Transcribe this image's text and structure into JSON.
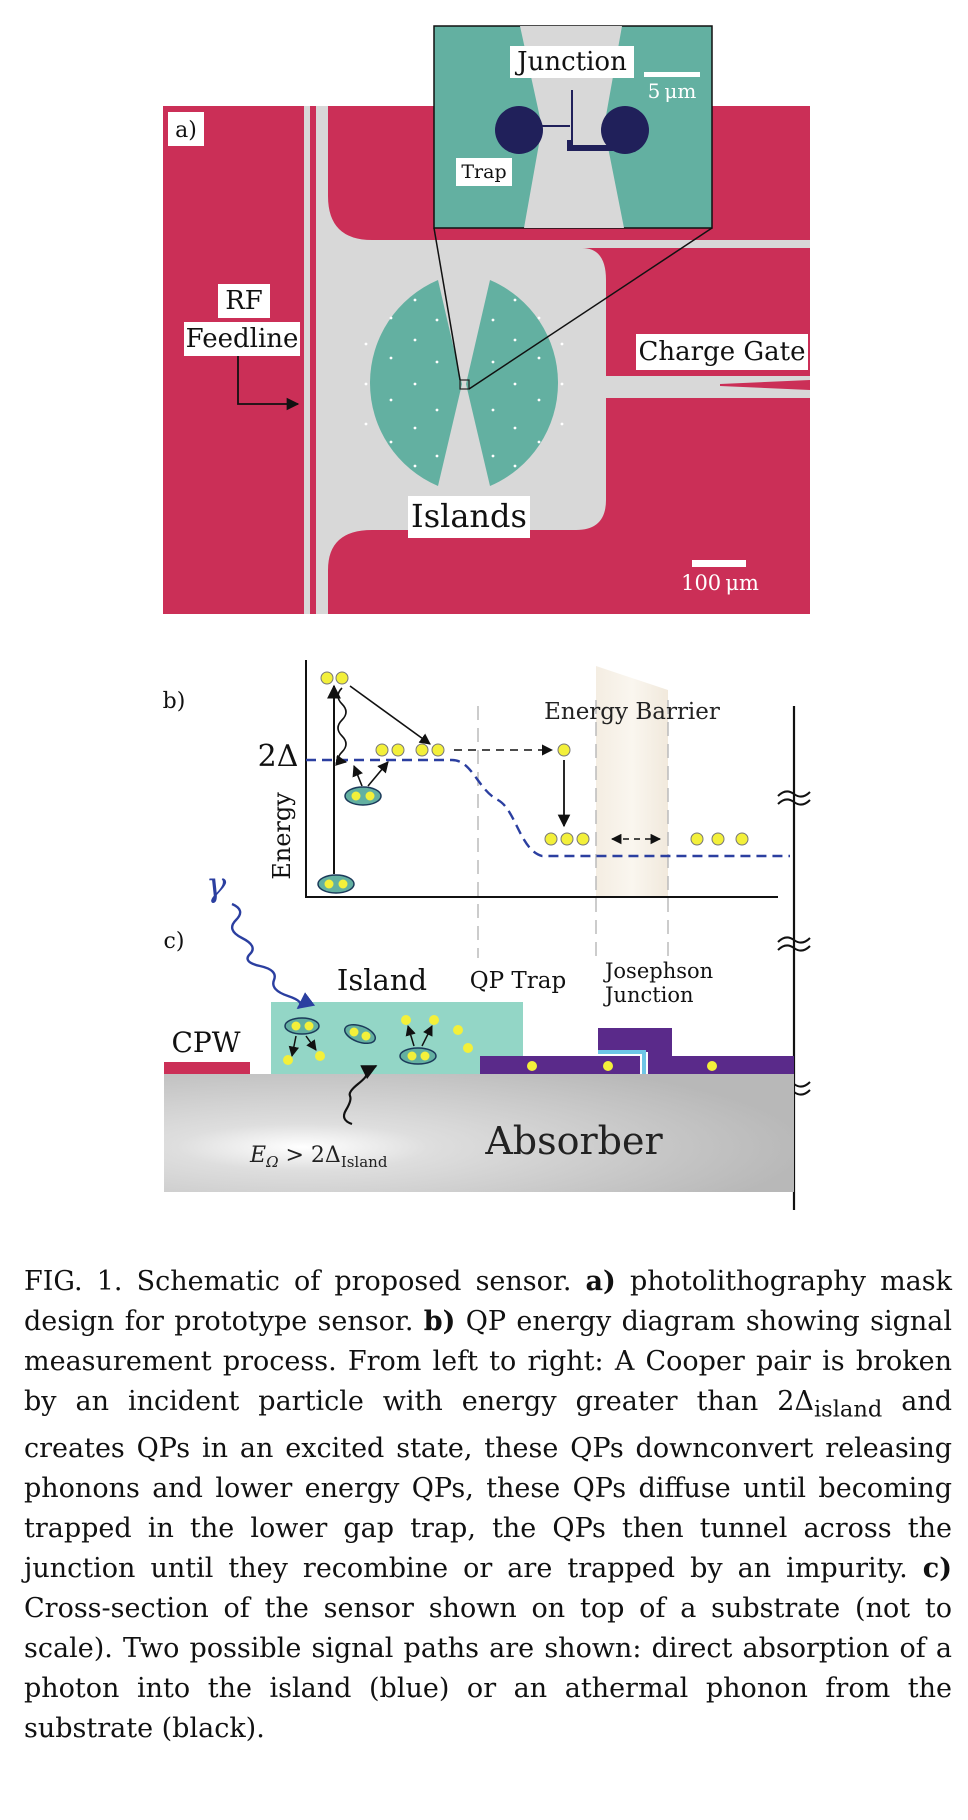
{
  "panel_a": {
    "label": "a)",
    "inset_title": "Junction",
    "inset_scale": "5 μm",
    "inset_trap": "Trap",
    "rf_line1": "RF",
    "rf_line2": "Feedline",
    "charge_gate": "Charge Gate",
    "islands": "Islands",
    "scale": "100 μm"
  },
  "panel_b": {
    "label": "b)",
    "gap_label": "2Δ",
    "ylabel": "Energy",
    "barrier": "Energy Barrier"
  },
  "panel_c": {
    "label": "c)",
    "gamma": "γ",
    "island": "Island",
    "qp_trap": "QP Trap",
    "jj_line1": "Josephson",
    "jj_line2": "Junction",
    "cpw": "CPW",
    "absorber": "Absorber",
    "energy_main": "E",
    "energy_sub1": "Ω",
    "energy_mid": " > 2Δ",
    "energy_sub2": "Island"
  },
  "caption": {
    "fig": "FIG. 1.",
    "intro": " Schematic of proposed sensor. ",
    "a_label": "a)",
    "a_text": " photolithography mask design for prototype sensor. ",
    "b_label": "b)",
    "b_text1": " QP energy diagram showing signal measurement process. From left to right: A Cooper pair is broken by an incident particle with energy greater than 2Δ",
    "b_sub": "island",
    "b_text2": " and creates QPs in an excited state, these QPs downconvert releasing phonons and lower energy QPs, these QPs diffuse until becoming trapped in the lower gap trap, the QPs then tunnel across the junction until they recombine or are trapped by an impurity. ",
    "c_label": "c)",
    "c_text": " Cross-section of the sensor shown on top of a substrate (not to scale). Two possible signal paths are shown: direct absorption of a photon into the island (blue) or an athermal phonon from the substrate (black)."
  },
  "colors": {
    "crimson": "#cb2f57",
    "teal": "#63b0a1",
    "light_teal": "#93d6c6",
    "gray_plane": "#d8d8d8",
    "navy": "#20205a",
    "purple": "#5a2a8a",
    "qp_yellow": "#f3f03a",
    "gap_blue": "#2b3fa0"
  }
}
